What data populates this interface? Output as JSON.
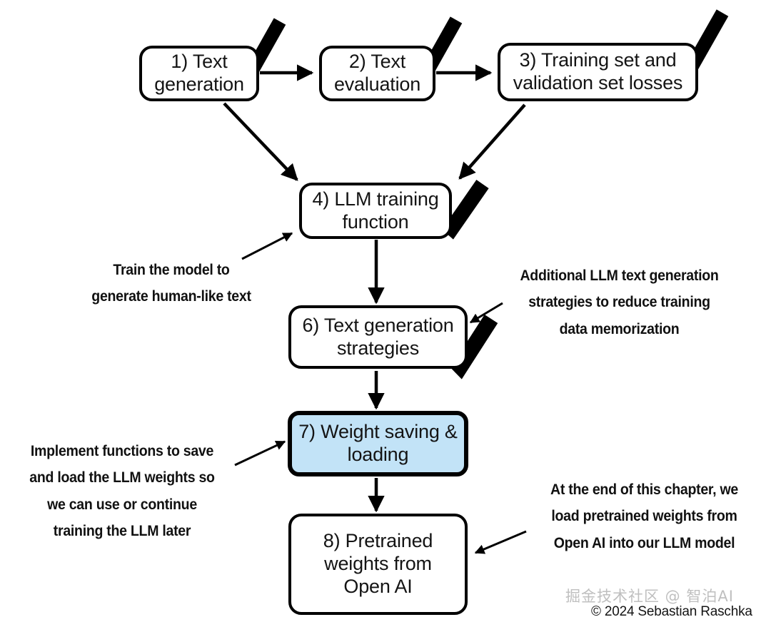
{
  "diagram": {
    "title": "LLM build chapter roadmap",
    "accent_color": "#c2e3f7",
    "line_color": "#000000",
    "nodes": [
      {
        "id": "n1",
        "label": "1) Text generation",
        "checked": true
      },
      {
        "id": "n2",
        "label": "2) Text evaluation",
        "checked": true
      },
      {
        "id": "n3",
        "label": "3) Training set and validation set losses",
        "checked": true
      },
      {
        "id": "n4",
        "label": "4) LLM training function",
        "checked": true
      },
      {
        "id": "n6",
        "label": "6) Text generation strategies",
        "checked": true
      },
      {
        "id": "n7",
        "label": "7) Weight saving & loading",
        "checked": false,
        "highlight": true
      },
      {
        "id": "n8",
        "label": "8) Pretrained weights from Open AI",
        "checked": false
      }
    ],
    "annotations": [
      {
        "id": "a1",
        "lines": [
          "Train the model to",
          "generate human-like text"
        ],
        "target": "n4"
      },
      {
        "id": "a2",
        "lines": [
          "Additional LLM text generation",
          "strategies to reduce training",
          "data memorization"
        ],
        "target": "n6"
      },
      {
        "id": "a3",
        "lines": [
          "Implement functions to save",
          "and load the LLM weights so",
          "we can use or continue",
          "training the LLM later"
        ],
        "target": "n7"
      },
      {
        "id": "a4",
        "lines": [
          "At the end of this chapter, we",
          "load pretrained weights from",
          "Open AI into our LLM model"
        ],
        "target": "n8"
      }
    ]
  },
  "node_text": {
    "n1_line1": "1) Text",
    "n1_line2": "generation",
    "n2_line1": "2) Text",
    "n2_line2": "evaluation",
    "n3_line1": "3) Training set and",
    "n3_line2": "validation set losses",
    "n4_line1": "4) LLM training",
    "n4_line2": "function",
    "n6_line1": "6) Text generation",
    "n6_line2": "strategies",
    "n7_line1": "7) Weight saving &",
    "n7_line2": "loading",
    "n8_line1": "8) Pretrained",
    "n8_line2": "weights from",
    "n8_line3": "Open AI"
  },
  "annotation_text": {
    "a1_l1": "Train the model to",
    "a1_l2": "generate human-like text",
    "a2_l1": "Additional LLM text generation",
    "a2_l2": "strategies to reduce training",
    "a2_l3": "data memorization",
    "a3_l1": "Implement functions to save",
    "a3_l2": "and load the LLM weights so",
    "a3_l3": "we can use or continue",
    "a3_l4": "training the LLM later",
    "a4_l1": "At the end of this chapter, we",
    "a4_l2": "load pretrained weights from",
    "a4_l3": "Open AI into our LLM model"
  },
  "footer": {
    "watermark": "掘金技术社区 @ 智泊AI",
    "copyright": "© 2024 Sebastian Raschka"
  }
}
